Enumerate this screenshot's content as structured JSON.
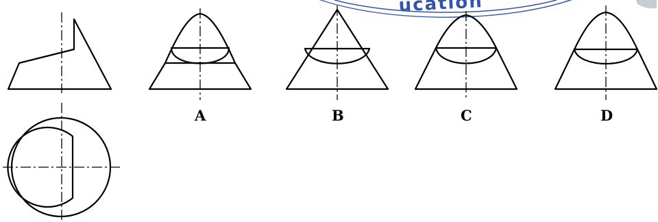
{
  "options": [
    {
      "label": "A"
    },
    {
      "label": "B"
    },
    {
      "label": "C"
    },
    {
      "label": "D"
    }
  ],
  "watermark": {
    "text": "ucation",
    "color": "#3055a6"
  }
}
